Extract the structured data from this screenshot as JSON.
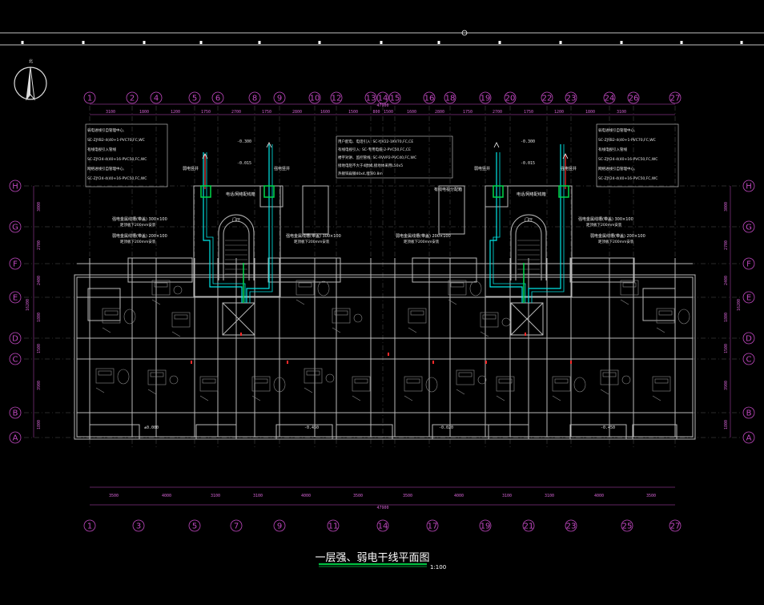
{
  "drawing": {
    "title": "一层强、弱电干线平面图",
    "scale": "1:100",
    "total_dim": "47900"
  },
  "axes": {
    "top": [
      "1",
      "2",
      "4",
      "5",
      "6",
      "8",
      "9",
      "10",
      "12",
      "13",
      "14",
      "15",
      "16",
      "18",
      "19",
      "20",
      "22",
      "23",
      "24",
      "26",
      "27"
    ],
    "bottom": [
      "1",
      "3",
      "5",
      "7",
      "9",
      "11",
      "14",
      "17",
      "19",
      "21",
      "23",
      "25",
      "27"
    ],
    "rows": [
      "H",
      "G",
      "F",
      "E",
      "D",
      "C",
      "B",
      "A"
    ]
  },
  "dims": {
    "top": [
      "3100",
      "1800",
      "1200",
      "1750",
      "2700",
      "1750",
      "2800",
      "1600",
      "1500",
      "800",
      "1500",
      "1600",
      "2800",
      "1750",
      "2700",
      "1750",
      "1200",
      "1800",
      "3100"
    ],
    "bottom": [
      "3500",
      "4000",
      "3100",
      "3100",
      "4000",
      "3500",
      "3500",
      "4000",
      "3100",
      "3100",
      "4000",
      "3500"
    ],
    "left": [
      "3000",
      "2700",
      "2400",
      "1800",
      "1500",
      "3900",
      "1800"
    ],
    "right": [
      "3000",
      "2700",
      "2400",
      "1800",
      "1500",
      "3900",
      "1800"
    ],
    "left_total": "16200",
    "right_total": "16200"
  },
  "notes": {
    "left": [
      "弱电进线引自管理中心,",
      "SC-ZJYB2-4(40+1-PVC70,FC,WC",
      "有线电视引入管线",
      "SC-ZJY24-4(40+16-PVC50,FC,WC",
      "网络进线引自管理中心,",
      "SC-ZJY24-4(40+16-PVC50,FC,WC"
    ],
    "center": [
      "用户配电、电话引入: SC-YJV22-1KV70,FC,CE",
      "有线电视引入: SC-专用电缆-2-PVC50,FC,CE",
      "楼宇对讲、监控管线: SC-RVVP2-PVC40,FC,WC",
      "接地电阻不大于4欧姆,接地体采用L50x5",
      "热镀锌扁钢40x4,埋深0.8m"
    ],
    "right": [
      "弱电进线引自管理中心,",
      "SC-ZJYB2-4(40+1-PVC70,FC,WC",
      "有线电视引入管线",
      "SC-ZJY24-4(40+16-PVC50,FC,WC",
      "网络进线引自管理中心,",
      "SC-ZJY24-4(40+16-PVC50,FC,WC"
    ]
  },
  "labels": {
    "wp_box_1": "弱电竖井",
    "wp_box_2": "强电竖井",
    "cabinet_1": "电话/网络配线箱",
    "cabinet_2": "有线电视分配箱",
    "door": "门厅",
    "trunk_1": "强电金属线槽(带盖)  300×100",
    "trunk_2": "弱电金属线槽(带盖)  200×100",
    "trunk_3": "强电金属线槽(带盖)  300×100",
    "trunk_4": "弱电金属线槽(带盖)  200×100",
    "trunk_note": "距顶板下200mm安装",
    "elev_1": "-0.300",
    "elev_2": "-0.015",
    "elev_3": "-0.300",
    "elev_4": "-0.015",
    "elev_5": "-0.450",
    "elev_6": "-0.450",
    "elev_7": "-0.020",
    "elev_8": "±0.000"
  },
  "colors": {
    "background": "#000000",
    "axis": "#c048c0",
    "wall": "#b8b8b8",
    "cyan": "#00e5e5",
    "red": "#ff2a2a",
    "green": "#00d84a",
    "title_underline": "#00c040"
  }
}
